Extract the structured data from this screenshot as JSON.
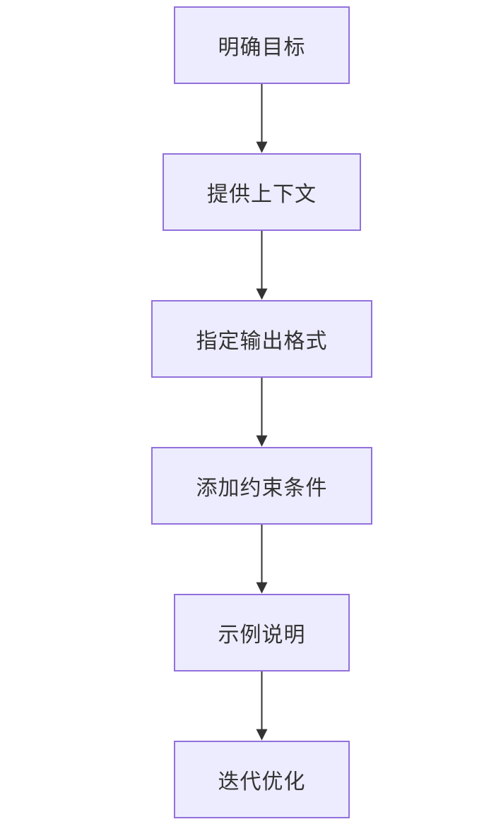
{
  "flowchart": {
    "direction": "top-to-bottom",
    "colors": {
      "node_fill": "#ececfe",
      "node_border": "#9370db",
      "text": "#333333",
      "edge": "#333333"
    },
    "nodes": [
      {
        "id": "n1",
        "label": "明确目标"
      },
      {
        "id": "n2",
        "label": "提供上下文"
      },
      {
        "id": "n3",
        "label": "指定输出格式"
      },
      {
        "id": "n4",
        "label": "添加约束条件"
      },
      {
        "id": "n5",
        "label": "示例说明"
      },
      {
        "id": "n6",
        "label": "迭代优化"
      }
    ],
    "edges": [
      {
        "from": "n1",
        "to": "n2"
      },
      {
        "from": "n2",
        "to": "n3"
      },
      {
        "from": "n3",
        "to": "n4"
      },
      {
        "from": "n4",
        "to": "n5"
      },
      {
        "from": "n5",
        "to": "n6"
      }
    ]
  }
}
